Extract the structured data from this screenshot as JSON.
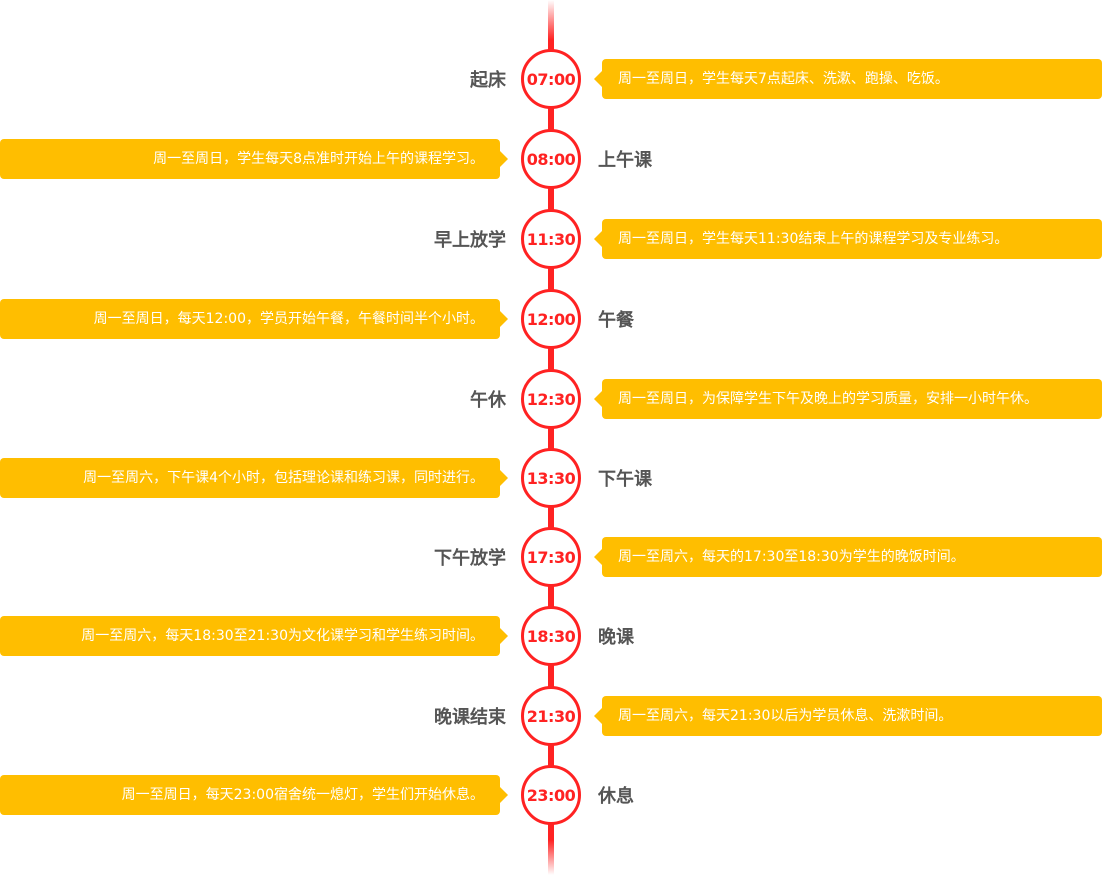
{
  "schedule": [
    {
      "time": "07:00",
      "label": "起床",
      "desc": "周一至周日，学生每天7点起床、洗漱、跑操、吃饭。"
    },
    {
      "time": "08:00",
      "label": "上午课",
      "desc": "周一至周日，学生每天8点准时开始上午的课程学习。"
    },
    {
      "time": "11:30",
      "label": "早上放学",
      "desc": "周一至周日，学生每天11:30结束上午的课程学习及专业练习。"
    },
    {
      "time": "12:00",
      "label": "午餐",
      "desc": "周一至周日，每天12:00，学员开始午餐，午餐时间半个小时。"
    },
    {
      "time": "12:30",
      "label": "午休",
      "desc": "周一至周日，为保障学生下午及晚上的学习质量，安排一小时午休。"
    },
    {
      "time": "13:30",
      "label": "下午课",
      "desc": "周一至周六，下午课4个小时，包括理论课和练习课，同时进行。"
    },
    {
      "time": "17:30",
      "label": "下午放学",
      "desc": "周一至周六，每天的17:30至18:30为学生的晚饭时间。"
    },
    {
      "time": "18:30",
      "label": "晚课",
      "desc": "周一至周六，每天18:30至21:30为文化课学习和学生练习时间。"
    },
    {
      "time": "21:30",
      "label": "晚课结束",
      "desc": "周一至周六，每天21:30以后为学员休息、洗漱时间。"
    },
    {
      "time": "23:00",
      "label": "休息",
      "desc": "周一至周日，每天23:00宿舍统一熄灯，学生们开始休息。"
    }
  ],
  "colors": {
    "accent": "#ff2222",
    "bubble": "#ffbe00",
    "label": "#555555"
  }
}
